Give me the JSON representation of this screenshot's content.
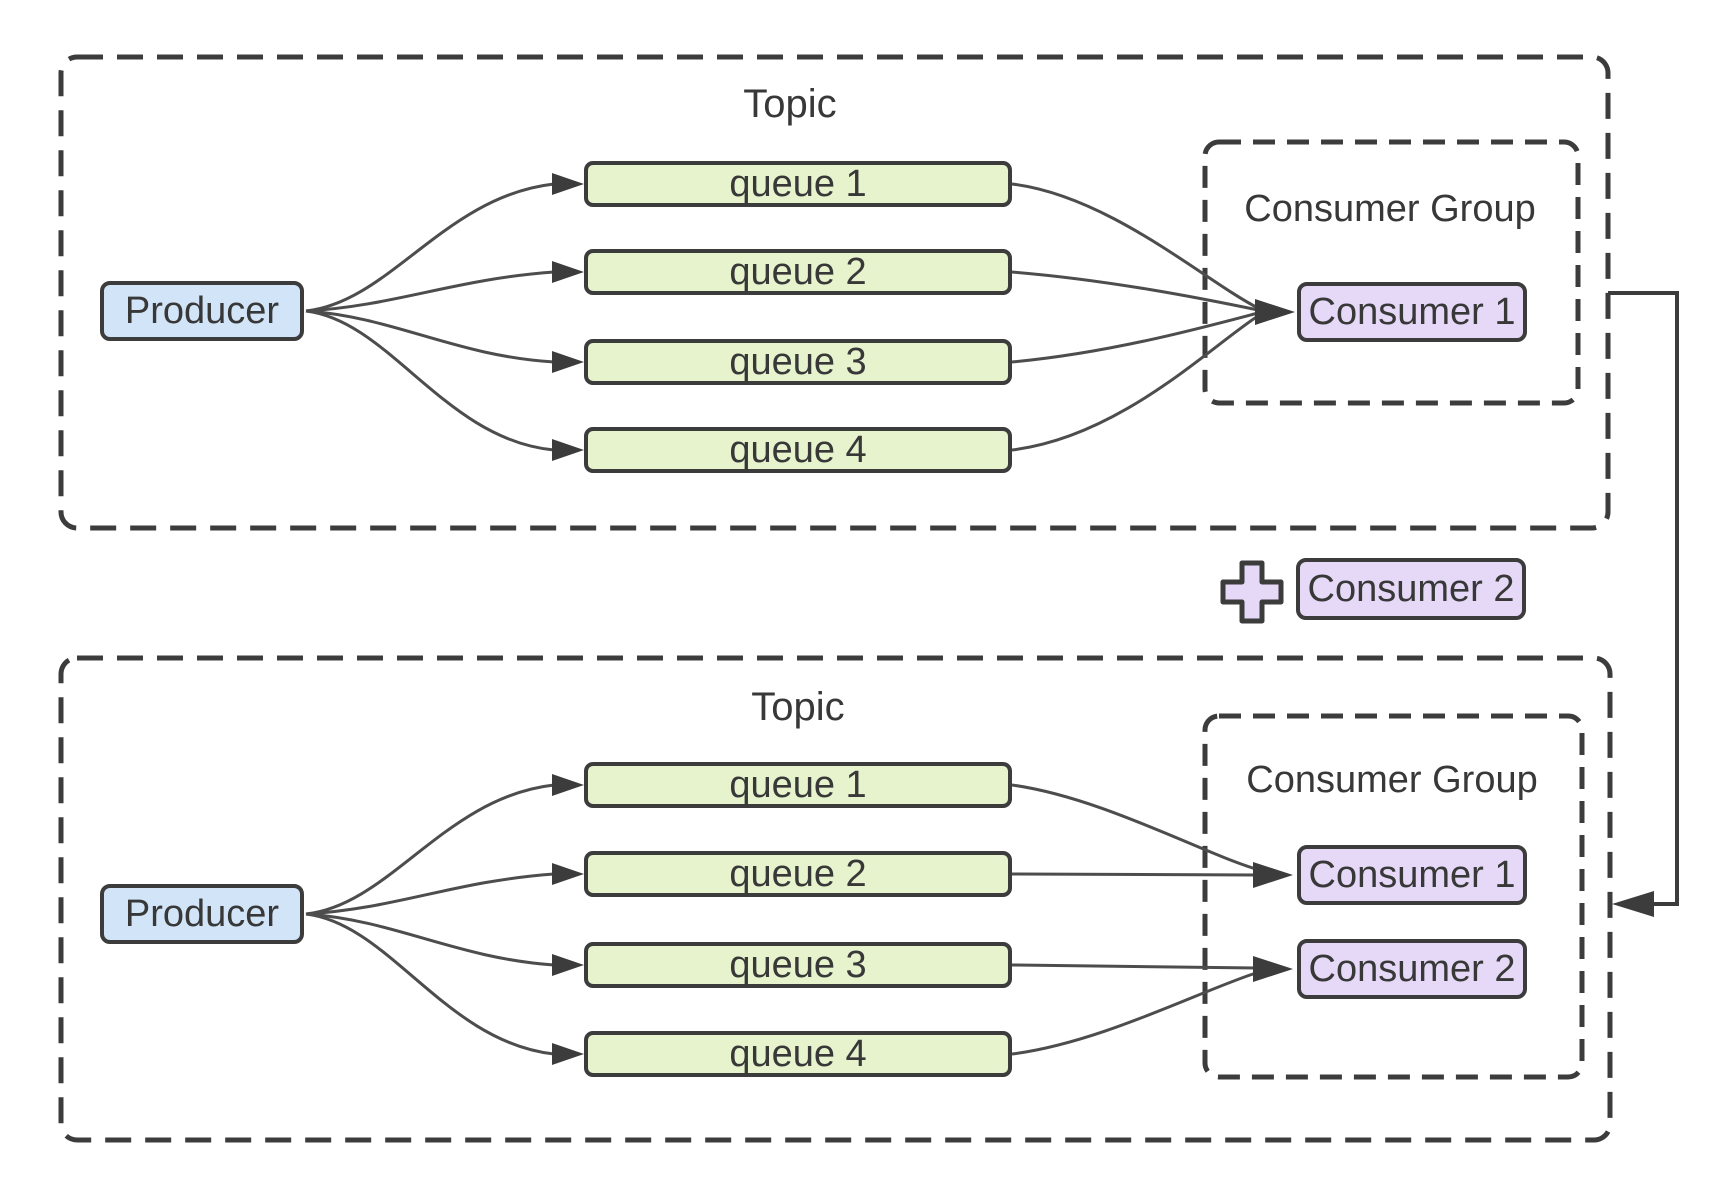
{
  "diagram": {
    "sections": [
      {
        "id": "top-topic",
        "topic_label": "Topic",
        "producer_label": "Producer",
        "queues": [
          "queue 1",
          "queue 2",
          "queue 3",
          "queue 4"
        ],
        "consumer_group_label": "Consumer Group",
        "consumers": [
          "Consumer 1"
        ]
      },
      {
        "id": "bottom-topic",
        "topic_label": "Topic",
        "producer_label": "Producer",
        "queues": [
          "queue 1",
          "queue 2",
          "queue 3",
          "queue 4"
        ],
        "consumer_group_label": "Consumer Group",
        "consumers": [
          "Consumer 1",
          "Consumer 2"
        ]
      }
    ],
    "added_consumer": {
      "label": "Consumer 2"
    },
    "icons": {
      "plus": "+"
    },
    "edges": [
      "top: Producer -> queue 1..4",
      "top: queue 1..4 -> Consumer 1",
      "bottom: Producer -> queue 1..4",
      "bottom: queue 1 -> Consumer 1",
      "bottom: queue 2 -> Consumer 1",
      "bottom: queue 3 -> Consumer 2",
      "bottom: queue 4 -> Consumer 2",
      "top Consumer Group -> bottom Consumer Group (right-side routed arrow)"
    ],
    "colors": {
      "background": "#ffffff",
      "border": "#3c3c3c",
      "line": "#4d4d4d",
      "text": "#383838",
      "producer-fill": "#d2e4f7",
      "queue-fill": "#e6f3cd",
      "consumer-fill": "#e6d9f8"
    }
  }
}
